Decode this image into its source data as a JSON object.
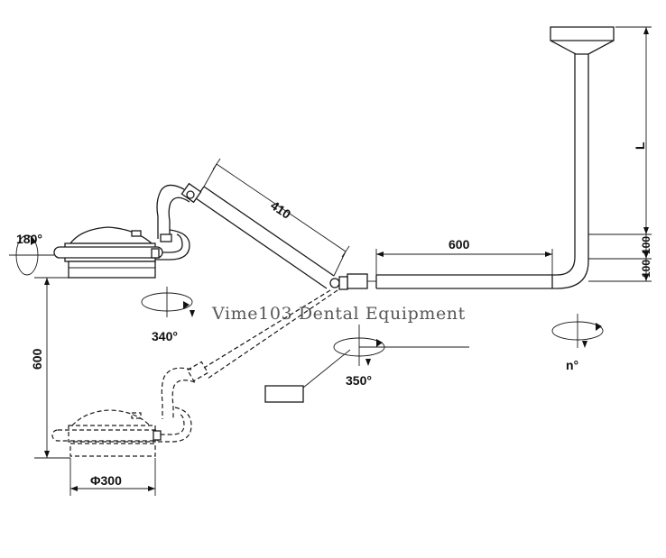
{
  "labels": {
    "rot_top_left": "180°",
    "rot_mid_left": "340°",
    "rot_center": "350°",
    "rot_right": "n°",
    "arm_length": "410",
    "horizontal_arm": "600",
    "vertical_height": "600",
    "diameter": "Φ300",
    "ceiling_L": "L",
    "dim_100_a": "100",
    "dim_100_b": "100"
  },
  "watermark": "Vime103 Dental Equipment"
}
